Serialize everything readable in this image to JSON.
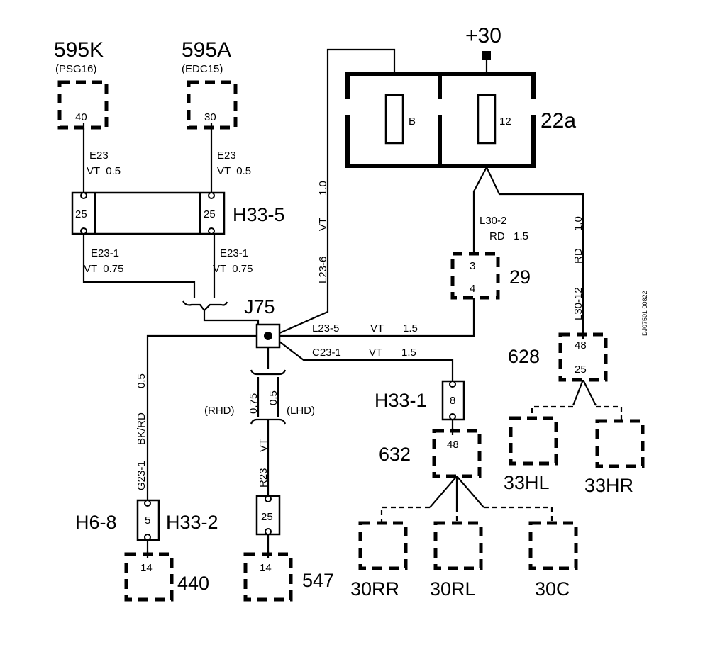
{
  "components": {
    "c595k": {
      "id": "595K",
      "sub": "(PSG16)",
      "pin": "40"
    },
    "c595a": {
      "id": "595A",
      "sub": "(EDC15)",
      "pin": "30"
    },
    "h33_5": {
      "id": "H33-5",
      "pin_left": "25",
      "pin_right": "25"
    },
    "fusebox": {
      "id": "22a",
      "fuse_b": "B",
      "fuse_12": "12",
      "supply": "+30"
    },
    "c29": {
      "id": "29",
      "pin_top": "3",
      "pin_bottom": "4"
    },
    "j75": {
      "id": "J75"
    },
    "c628": {
      "id": "628",
      "pin_top": "48",
      "pin_bottom": "25"
    },
    "c33hl": {
      "id": "33HL"
    },
    "c33hr": {
      "id": "33HR"
    },
    "h33_1": {
      "id": "H33-1",
      "pin": "8"
    },
    "c632": {
      "id": "632",
      "pin": "48"
    },
    "c30rr": {
      "id": "30RR"
    },
    "c30rl": {
      "id": "30RL"
    },
    "c30c": {
      "id": "30C"
    },
    "h6_8": {
      "id_left": "H6-8",
      "id_right": "H33-2",
      "pin": "5"
    },
    "c440": {
      "id": "440",
      "pin": "14"
    },
    "r23conn": {
      "pin": "25"
    },
    "c547": {
      "id": "547",
      "pin": "14"
    }
  },
  "wires": {
    "e23_left": {
      "name": "E23",
      "spec": "VT  0.5"
    },
    "e23_right": {
      "name": "E23",
      "spec": "VT  0.5"
    },
    "e23_1_left": {
      "name": "E23-1",
      "spec": "VT  0.75"
    },
    "e23_1_right": {
      "name": "E23-1",
      "spec": "VT  0.75"
    },
    "l23_6": {
      "name": "L23-6",
      "color": "VT",
      "size": "1.0"
    },
    "l30_2": {
      "name": "L30-2",
      "spec": "RD   1.5"
    },
    "l30_12": {
      "name": "L30-12",
      "color": "RD",
      "size": "1.0"
    },
    "l23_5": {
      "name": "L23-5",
      "color": "VT",
      "size": "1.5"
    },
    "c23_1": {
      "name": "C23-1",
      "color": "VT",
      "size": "1.5"
    },
    "g23_1": {
      "name": "G23-1",
      "color": "BK/RD",
      "size": "0.5"
    },
    "r23": {
      "name": "R23",
      "color": "VT",
      "size_rhd": "0.75",
      "size_lhd": "0.5",
      "rhd": "(RHD)",
      "lhd": "(LHD)"
    }
  },
  "doc_code": "DJ07501 00822"
}
